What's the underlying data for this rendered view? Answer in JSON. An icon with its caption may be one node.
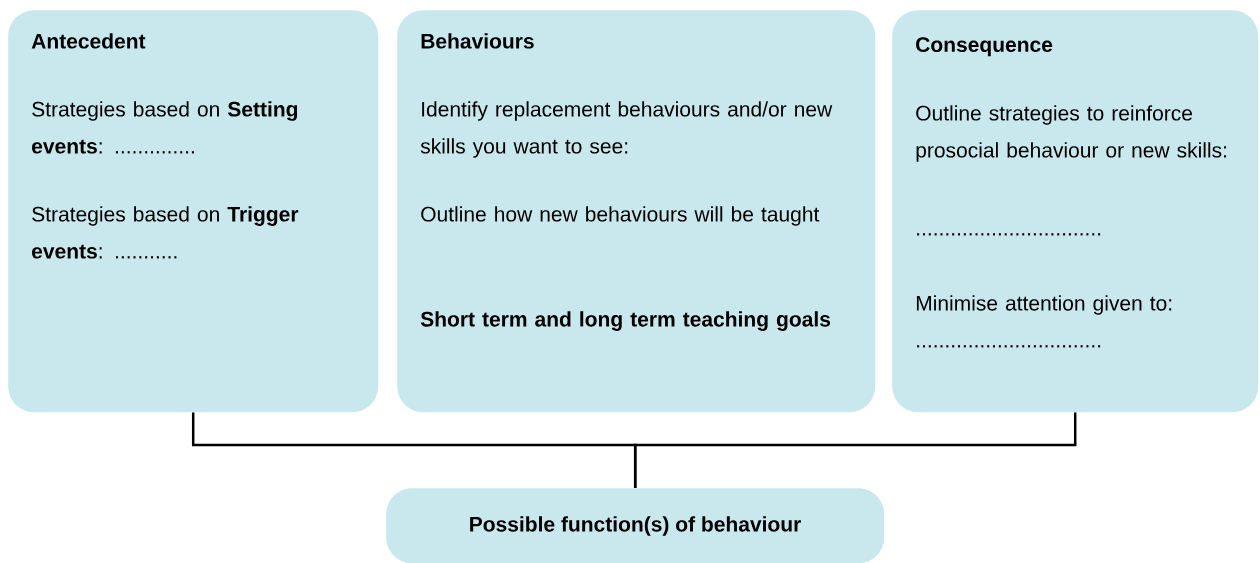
{
  "diagram": {
    "nodes": [
      {
        "text": [
          "Antecedent",
          "Strategies based on **Setting events**: ..............",
          "Strategies based on **Trigger events**: ..........."
        ]
      },
      {
        "text": [
          "Behaviours",
          "Identify replacement behaviours and/or new skills you want to see:",
          "Outline how new behaviours will be taught",
          "Short term and long term teaching goals"
        ]
      },
      {
        "text": [
          "Consequence",
          "Outline strategies to reinforce prosocial behaviour or new skills:",
          "................................",
          "Minimise attention given to: ................................"
        ]
      },
      {
        "text": [
          "Possible function(s) of behaviour"
        ]
      }
    ],
    "edges": [
      {
        "from": 0,
        "to": 3,
        "arrow": "none"
      },
      {
        "from": 2,
        "to": 3,
        "arrow": "none"
      }
    ]
  }
}
